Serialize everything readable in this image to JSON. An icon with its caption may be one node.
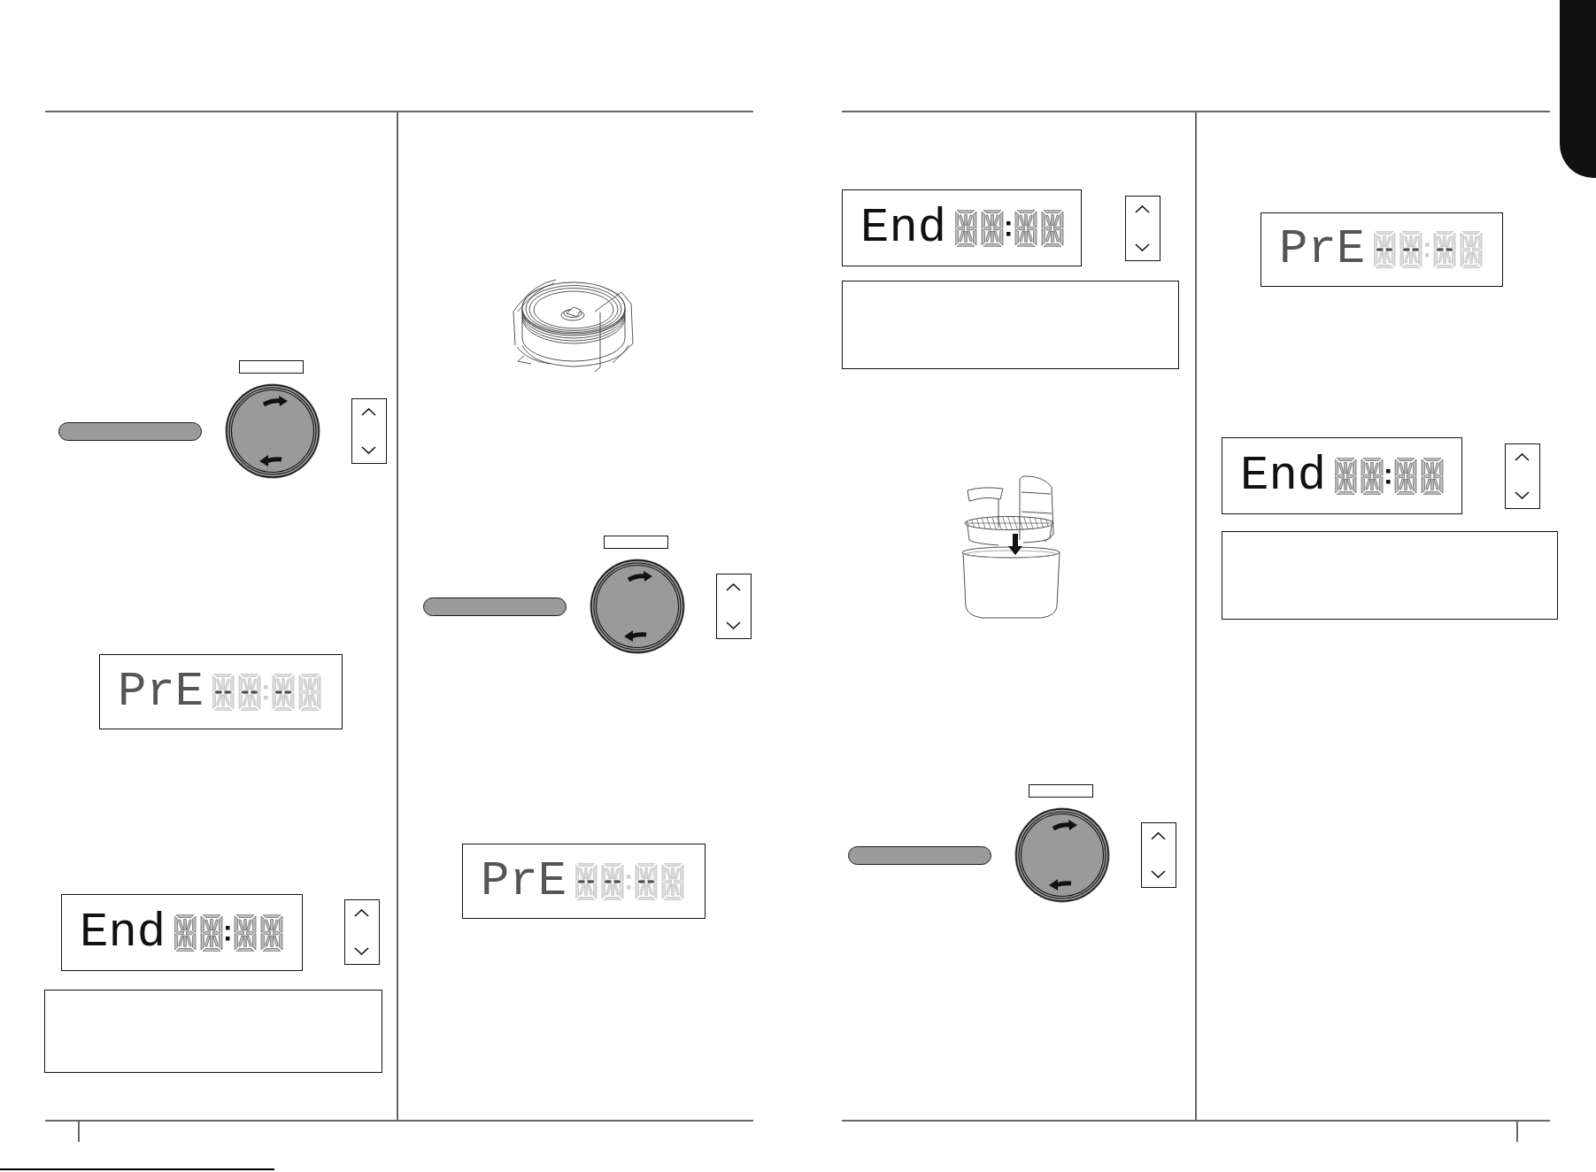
{
  "diagram": {
    "nodes": [
      {
        "text": [
          "PrE"
        ]
      },
      {
        "text": [
          "End"
        ]
      },
      {
        "text": [],
        "shape": "box"
      },
      {
        "text": [
          "PrE"
        ]
      },
      {
        "text": [
          "End"
        ]
      },
      {
        "text": [],
        "shape": "box"
      },
      {
        "text": [
          "PrE"
        ]
      },
      {
        "text": [
          "End"
        ]
      },
      {
        "text": [],
        "shape": "box"
      },
      {
        "text": [],
        "shape": "tab"
      }
    ]
  }
}
